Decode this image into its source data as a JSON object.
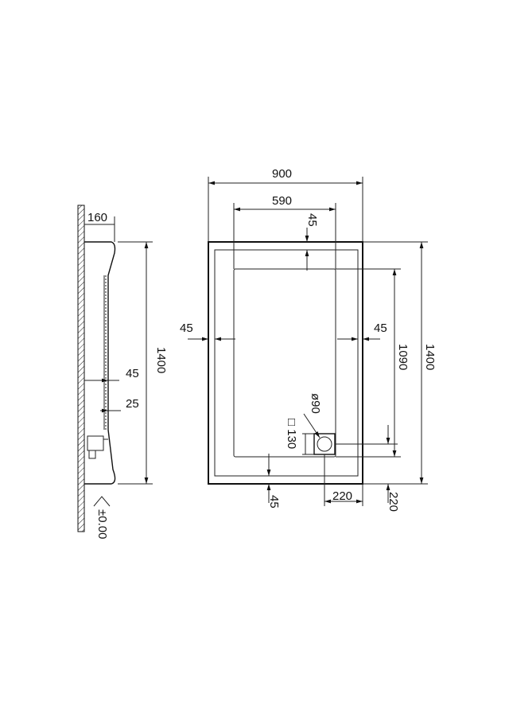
{
  "drawing": {
    "side_view": {
      "dim_height_mm": "160",
      "dim_rim_mm": "45",
      "dim_drain_offset_mm": "25",
      "dim_length_mm": "1400",
      "floor_level": "±0.00"
    },
    "plan_view": {
      "overall_width_mm": "900",
      "inner_width_mm": "590",
      "top_rim_mm": "45",
      "left_rim_mm": "45",
      "right_rim_mm": "45",
      "bottom_rim_mm": "45",
      "inner_length_mm": "1090",
      "overall_length_mm": "1400",
      "drain_diameter": "ø90",
      "drain_square": "□ 130",
      "drain_x_offset_mm": "220",
      "drain_y_offset_mm": "220"
    }
  }
}
